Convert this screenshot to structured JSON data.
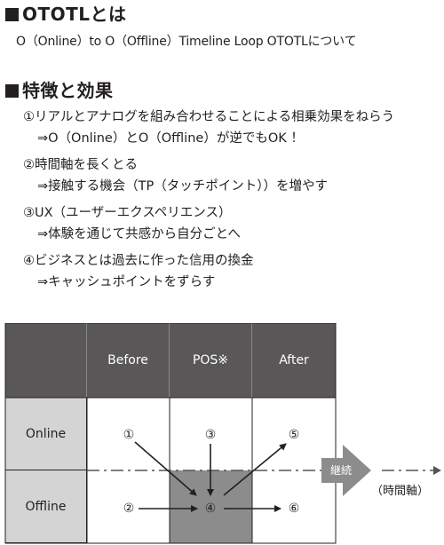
{
  "section1": {
    "title": "OTOTLとは",
    "intro": "O（Online）to O（Offline）Timeline Loop OTOTLについて"
  },
  "section2": {
    "title": "特徴と効果",
    "items": [
      {
        "line1": "①リアルとアナログを組み合わせることによる相乗効果をねらう",
        "line2": "⇒O（Online）とO（Offline）が逆でもOK ！"
      },
      {
        "line1": "②時間軸を長くとる",
        "line2": "⇒接触する機会（TP（タッチポイント））を増やす"
      },
      {
        "line1": "③UX（ユーザーエクスペリエンス）",
        "line2": "⇒体験を通じて共感から自分ごとへ"
      },
      {
        "line1": "④ビジネスとは過去に作った信用の換金",
        "line2": "⇒キャッシュポイントをずらす"
      }
    ]
  },
  "diagram": {
    "columns": [
      "Before",
      "POS※",
      "After"
    ],
    "rows": [
      "Online",
      "Offline"
    ],
    "nodes": {
      "n1": "①",
      "n2": "②",
      "n3": "③",
      "n4": "④",
      "n5": "⑤",
      "n6": "⑥"
    },
    "timeline_label": "継続",
    "axis_label": "（時間軸）",
    "colors": {
      "header": "#595757",
      "row_label": "#d4d4d4",
      "pos_cell": "#8c8c8c",
      "arrow": "#8c8c8c",
      "line": "#231f20"
    }
  }
}
